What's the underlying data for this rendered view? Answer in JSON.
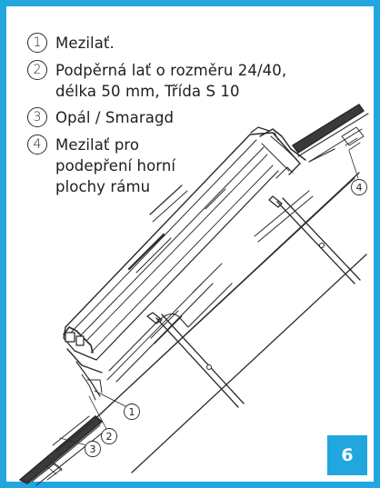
{
  "legend": [
    {
      "number": "1",
      "lines": [
        "Mezilať."
      ]
    },
    {
      "number": "2",
      "lines": [
        "Podpěrná lať o rozměru 24/40,",
        "délka 50 mm, Třída S 10"
      ]
    },
    {
      "number": "3",
      "lines": [
        "Opál / Smaragd"
      ]
    },
    {
      "number": "4",
      "lines": [
        "Mezilať pro",
        "podepření horní",
        "plochy rámu"
      ]
    }
  ],
  "callouts": [
    "1",
    "2",
    "3",
    "4"
  ],
  "step": "6",
  "colors": {
    "accent": "#22a6e0",
    "line": "#2a2a2a"
  }
}
